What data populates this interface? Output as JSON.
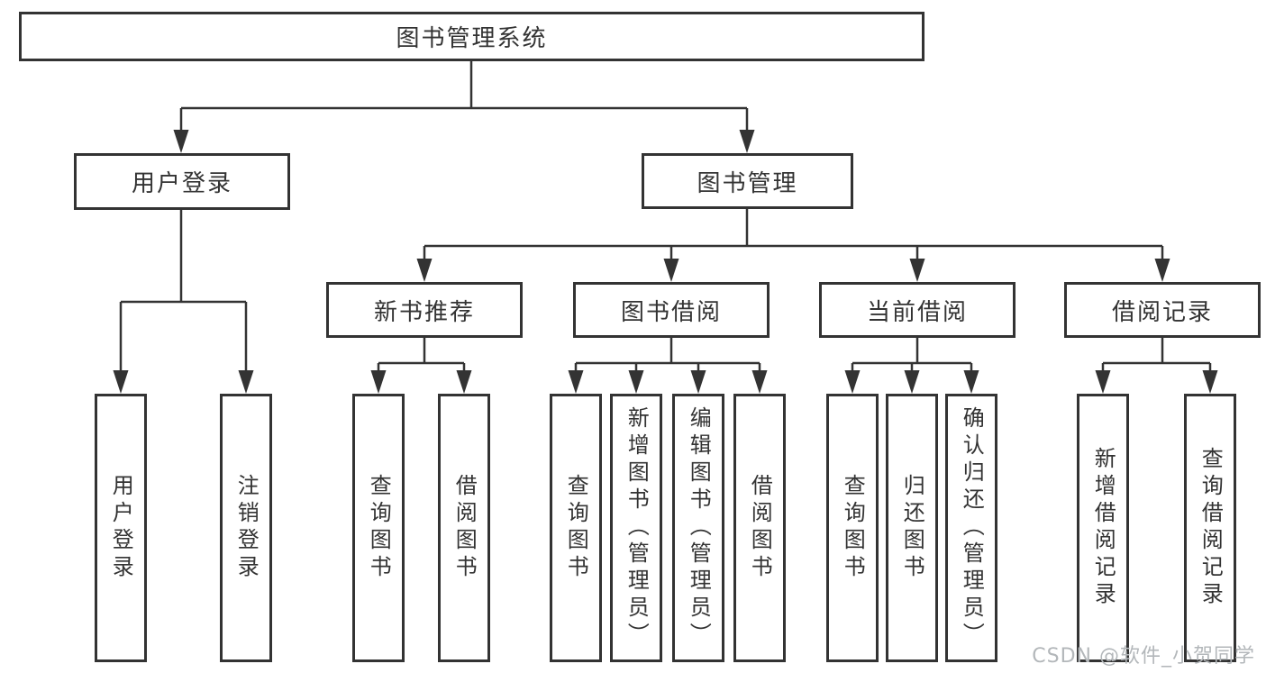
{
  "diagram": {
    "root": {
      "label": "图书管理系统"
    },
    "level2": [
      {
        "label": "用户登录"
      },
      {
        "label": "图书管理"
      }
    ],
    "level3": [
      {
        "label": "新书推荐"
      },
      {
        "label": "图书借阅"
      },
      {
        "label": "当前借阅"
      },
      {
        "label": "借阅记录"
      }
    ],
    "leaves": [
      {
        "label": "用户登录"
      },
      {
        "label": "注销登录"
      },
      {
        "label": "查询图书"
      },
      {
        "label": "借阅图书"
      },
      {
        "label": "查询图书"
      },
      {
        "label": "新增图书（管理员）"
      },
      {
        "label": "编辑图书（管理员）"
      },
      {
        "label": "借阅图书"
      },
      {
        "label": "查询图书"
      },
      {
        "label": "归还图书"
      },
      {
        "label": "确认归还（管理员）"
      },
      {
        "label": "新增借阅记录"
      },
      {
        "label": "查询借阅记录"
      }
    ],
    "colors": {
      "line": "#333333",
      "box_border": "#333333",
      "text": "#333333",
      "background": "#ffffff",
      "watermark": "#b3b7ba"
    }
  },
  "watermark": {
    "text": "CSDN @软件_小贺同学"
  }
}
